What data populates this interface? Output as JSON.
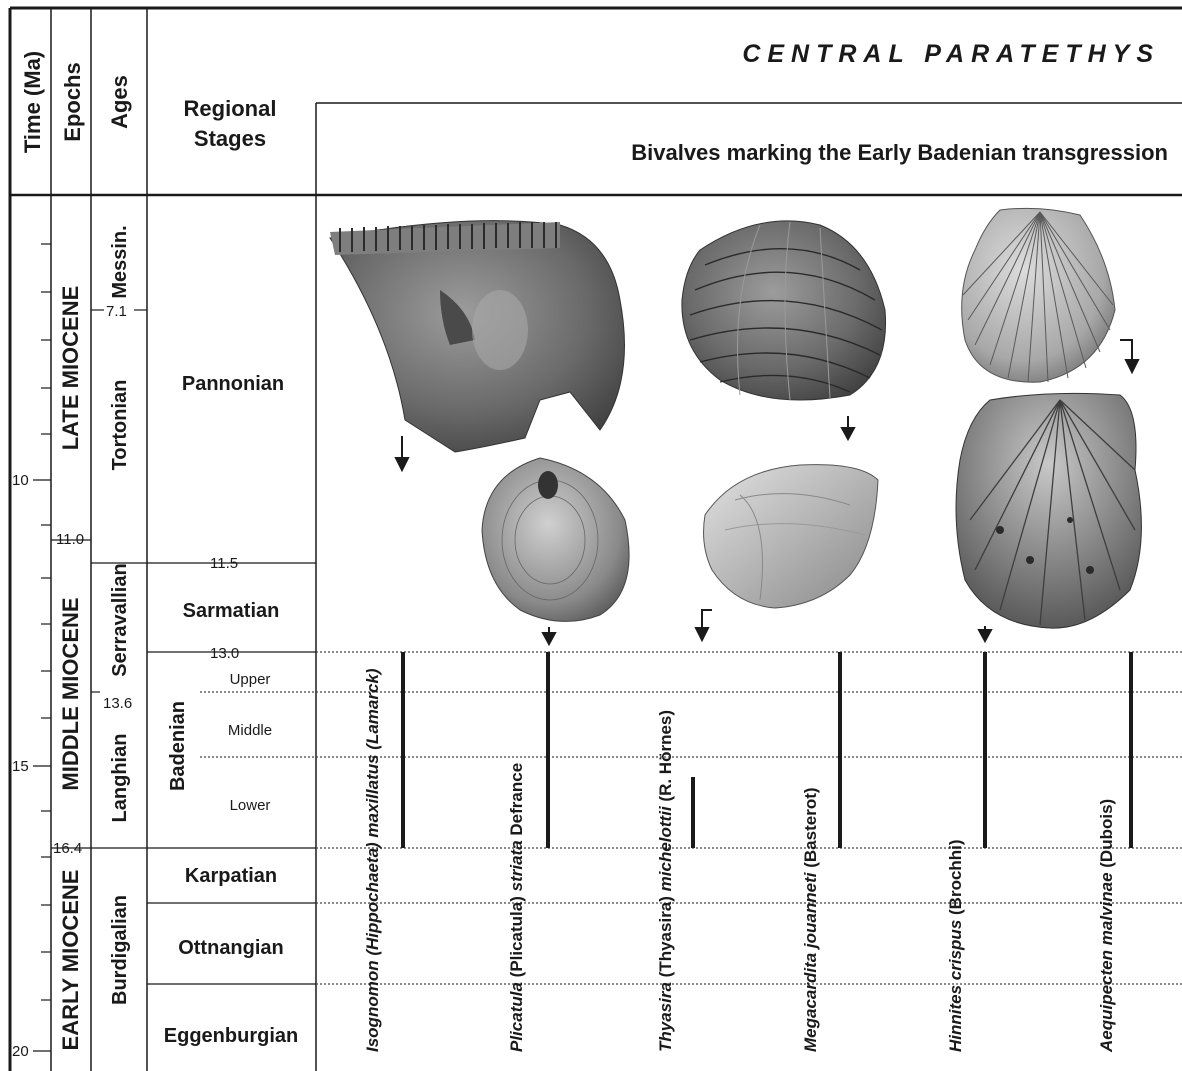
{
  "columns": {
    "time": "Time (Ma)",
    "epochs": "Epochs",
    "ages": "Ages",
    "regional_stages_line1": "Regional",
    "regional_stages_line2": "Stages"
  },
  "title": "CENTRAL PARATETHYS",
  "subtitle": "Bivalves marking the Early Badenian transgression",
  "time_ticks": [
    "10",
    "15",
    "20"
  ],
  "epochs": {
    "late": "LATE MIOCENE",
    "middle": "MIDDLE MIOCENE",
    "early": "EARLY MIOCENE"
  },
  "ages": {
    "messinian": "Messin.",
    "tortonian": "Tortonian",
    "serravallian": "Serravallian",
    "langhian": "Langhian",
    "burdigalian": "Burdigalian"
  },
  "boundaries": {
    "b71": "7.1",
    "b110": "11.0",
    "b115": "11.5",
    "b130": "13.0",
    "b136": "13.6",
    "b164": "16.4"
  },
  "stages": {
    "pannonian": "Pannonian",
    "sarmatian": "Sarmatian",
    "badenian": "Badenian",
    "upper": "Upper",
    "middle": "Middle",
    "lower": "Lower",
    "karpatian": "Karpatian",
    "ottnangian": "Ottnangian",
    "eggenburgian": "Eggenburgian"
  },
  "species": [
    {
      "genus": "Isognomon",
      "subgenus": "(Hippochaeta)",
      "epithet": "maxillatus",
      "author": "(Lamarck)",
      "author_italic": true
    },
    {
      "genus": "Plicatula",
      "subgenus": "(Plicatula)",
      "epithet": "striata",
      "author": "Defrance",
      "author_italic": false
    },
    {
      "genus": "Thyasira",
      "subgenus": "(Thyasira)",
      "epithet": "michelottii",
      "author": "(R. Hörnes)",
      "author_italic": false
    },
    {
      "genus": "Megacardita",
      "subgenus": "",
      "epithet": "jouanneti",
      "author": "(Basterot)",
      "author_italic": false
    },
    {
      "genus": "Hinnites",
      "subgenus": "",
      "epithet": "crispus",
      "author": "(Brochhi)",
      "author_italic": false
    },
    {
      "genus": "Aequipecten",
      "subgenus": "",
      "epithet": "malvinae",
      "author": "(Dubois)",
      "author_italic": false
    }
  ],
  "colors": {
    "ink": "#1a1a1a",
    "shell_dark": "#5e5e5e",
    "shell_mid": "#9a9a9a",
    "shell_light": "#d8d8d8"
  }
}
